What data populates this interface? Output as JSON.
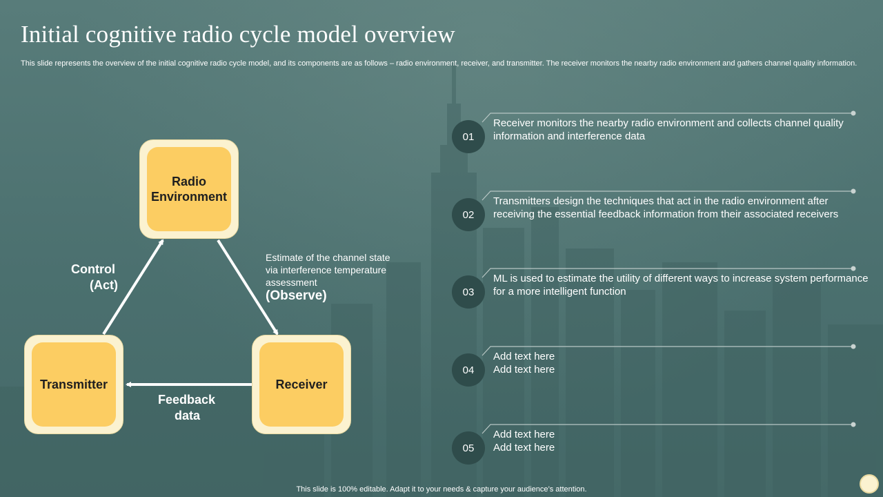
{
  "title": "Initial cognitive radio cycle model overview",
  "subtitle": "This slide represents the overview of the initial cognitive radio cycle  model, and its components are as follows – radio environment, receiver, and transmitter. The receiver monitors the nearby radio environment and gathers channel quality information.",
  "diagram": {
    "nodes": {
      "radio_environment": "Radio Environment",
      "transmitter": "Transmitter",
      "receiver": "Receiver"
    },
    "control_label_1": "Control",
    "control_label_2": "(Act)",
    "feedback_label_1": "Feedback",
    "feedback_label_2": "data",
    "estimate_note": "Estimate of the channel state via interference temperature assessment",
    "observe_label": "(Observe)"
  },
  "items": [
    {
      "number": "01",
      "text": "Receiver monitors the nearby radio environment and collects channel quality information and interference data"
    },
    {
      "number": "02",
      "text": "Transmitters design the techniques that act in the radio environment after receiving the essential feedback information from their associated receivers"
    },
    {
      "number": "03",
      "text": "ML is used to estimate the utility of different ways to increase system performance for a more intelligent function"
    },
    {
      "number": "04",
      "text": "Add text here\nAdd text here"
    },
    {
      "number": "05",
      "text": "Add text here\nAdd text here"
    }
  ],
  "footer": "This slide is 100% editable. Adapt it to your needs & capture your audience’s attention.",
  "colors": {
    "background": "#4f7473",
    "node_fill": "#fccd62",
    "node_border": "#fbf2d0",
    "number_circle": "#2f4c4b"
  }
}
